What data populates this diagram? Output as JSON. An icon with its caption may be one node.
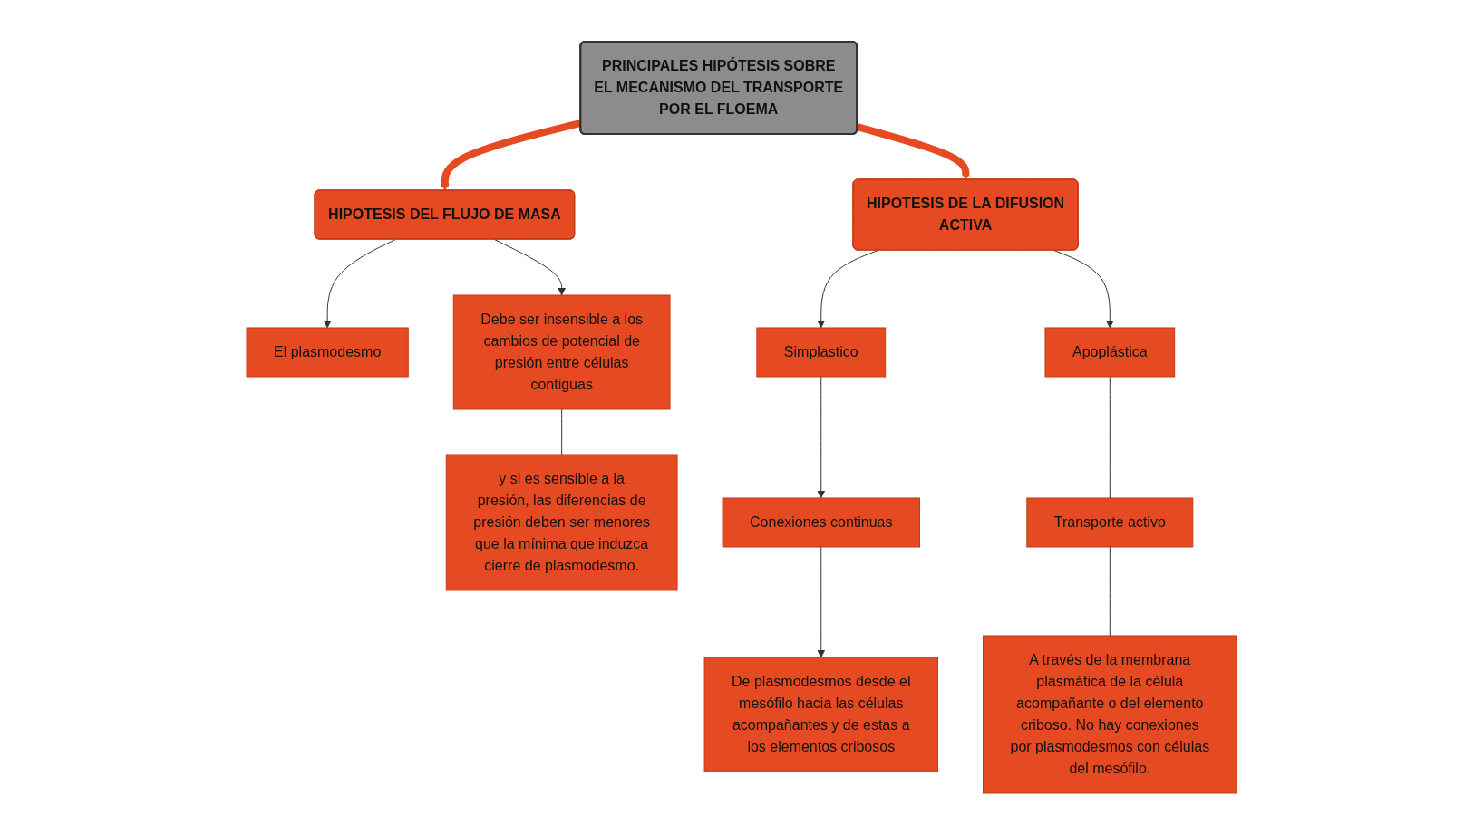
{
  "diagram": {
    "nodes": [
      {
        "text": [
          "PRINCIPALES HIPÓTESIS SOBRE EL MECANISMO DEL TRANSPORTE POR EL FLOEMA"
        ]
      },
      {
        "text": [
          "HIPOTESIS DEL FLUJO DE MASA"
        ]
      },
      {
        "text": [
          "El plasmodesmo"
        ]
      },
      {
        "text": [
          "Debe ser insensible a los cambios de potencial de presión entre células contiguas"
        ]
      },
      {
        "text": [
          "y si es sensible a la presión, las diferencias de presión deben ser menores que la mínima que induzca cierre de plasmodesmo."
        ]
      },
      {
        "text": [
          "HIPOTESIS DE LA DIFUSION ACTIVA"
        ]
      },
      {
        "text": [
          "Simplastico"
        ]
      },
      {
        "text": [
          "Apoplástica"
        ]
      },
      {
        "text": [
          "Conexiones continuas"
        ]
      },
      {
        "text": [
          "Transporte activo"
        ]
      },
      {
        "text": [
          "De plasmodesmos desde el mesófilo hacia las células acompañantes y de estas a los elementos cribosos"
        ]
      },
      {
        "text": [
          "A través de la membrana plasmática de la célula acompañante o del elemento criboso. No hay conexiones por plasmodesmos con células del mesófilo."
        ]
      }
    ],
    "edges": [
      {
        "from": 0,
        "to": 1,
        "arrow": "to",
        "style": "thick",
        "color": "#e64a22"
      },
      {
        "from": 0,
        "to": 5,
        "arrow": "to",
        "style": "thick",
        "color": "#e64a22"
      },
      {
        "from": 1,
        "to": 2,
        "arrow": "to"
      },
      {
        "from": 1,
        "to": 3,
        "arrow": "to"
      },
      {
        "from": 3,
        "to": 4,
        "arrow": "none"
      },
      {
        "from": 5,
        "to": 6,
        "arrow": "to"
      },
      {
        "from": 5,
        "to": 7,
        "arrow": "to"
      },
      {
        "from": 6,
        "to": 8,
        "arrow": "to"
      },
      {
        "from": 8,
        "to": 10,
        "arrow": "to"
      },
      {
        "from": 7,
        "to": 9,
        "arrow": "none"
      },
      {
        "from": 9,
        "to": 11,
        "arrow": "none"
      }
    ]
  }
}
